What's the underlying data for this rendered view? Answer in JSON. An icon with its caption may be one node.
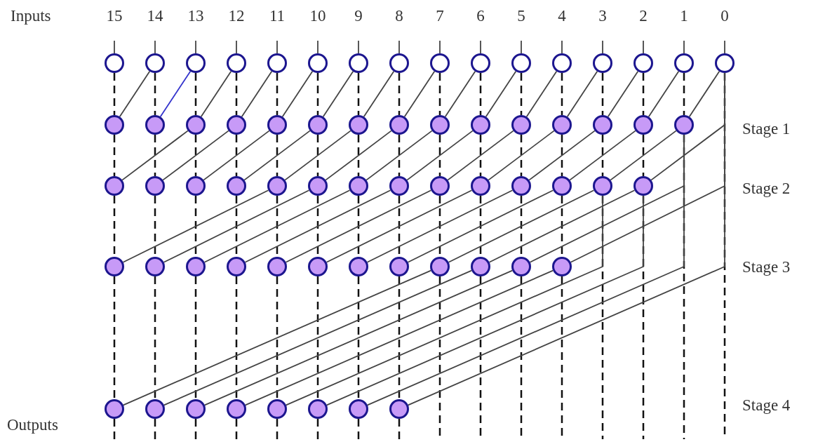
{
  "diagram": {
    "nodes": [
      {
        "text": [],
        "shape": "circle",
        "beside": [
          "15"
        ]
      },
      {
        "text": [],
        "shape": "circle",
        "beside": [
          "14"
        ]
      },
      {
        "text": [],
        "shape": "circle",
        "beside": [
          "13"
        ]
      },
      {
        "text": [],
        "shape": "circle",
        "beside": [
          "12"
        ]
      },
      {
        "text": [],
        "shape": "circle",
        "beside": [
          "11"
        ]
      },
      {
        "text": [],
        "shape": "circle",
        "beside": [
          "10"
        ]
      },
      {
        "text": [],
        "shape": "circle",
        "beside": [
          "9"
        ]
      },
      {
        "text": [],
        "shape": "circle",
        "beside": [
          "8"
        ]
      },
      {
        "text": [],
        "shape": "circle",
        "beside": [
          "7"
        ]
      },
      {
        "text": [],
        "shape": "circle",
        "beside": [
          "6"
        ]
      },
      {
        "text": [],
        "shape": "circle",
        "beside": [
          "5"
        ]
      },
      {
        "text": [],
        "shape": "circle",
        "beside": [
          "4"
        ]
      },
      {
        "text": [],
        "shape": "circle",
        "beside": [
          "3"
        ]
      },
      {
        "text": [],
        "shape": "circle",
        "beside": [
          "2"
        ]
      },
      {
        "text": [],
        "shape": "circle",
        "beside": [
          "1"
        ]
      },
      {
        "text": [],
        "shape": "circle",
        "beside": [
          "0"
        ]
      },
      {
        "text": [],
        "shape": "circle"
      },
      {
        "text": [],
        "shape": "circle"
      },
      {
        "text": [],
        "shape": "circle"
      },
      {
        "text": [],
        "shape": "circle"
      },
      {
        "text": [],
        "shape": "circle"
      },
      {
        "text": [],
        "shape": "circle"
      },
      {
        "text": [],
        "shape": "circle"
      },
      {
        "text": [],
        "shape": "circle"
      },
      {
        "text": [],
        "shape": "circle"
      },
      {
        "text": [],
        "shape": "circle"
      },
      {
        "text": [],
        "shape": "circle"
      },
      {
        "text": [],
        "shape": "circle"
      },
      {
        "text": [],
        "shape": "circle"
      },
      {
        "text": [],
        "shape": "circle"
      },
      {
        "text": [],
        "shape": "circle"
      },
      {
        "text": [],
        "shape": "circle"
      },
      {
        "text": [],
        "shape": "circle"
      },
      {
        "text": [],
        "shape": "circle"
      },
      {
        "text": [],
        "shape": "circle"
      },
      {
        "text": [],
        "shape": "circle"
      },
      {
        "text": [],
        "shape": "circle"
      },
      {
        "text": [],
        "shape": "circle"
      },
      {
        "text": [],
        "shape": "circle"
      },
      {
        "text": [],
        "shape": "circle"
      },
      {
        "text": [],
        "shape": "circle"
      },
      {
        "text": [],
        "shape": "circle"
      },
      {
        "text": [],
        "shape": "circle"
      },
      {
        "text": [],
        "shape": "circle"
      },
      {
        "text": [],
        "shape": "circle"
      },
      {
        "text": [],
        "shape": "circle"
      },
      {
        "text": [],
        "shape": "circle"
      },
      {
        "text": [],
        "shape": "circle"
      },
      {
        "text": [],
        "shape": "circle"
      },
      {
        "text": [],
        "shape": "circle"
      },
      {
        "text": [],
        "shape": "circle"
      },
      {
        "text": [],
        "shape": "circle"
      },
      {
        "text": [],
        "shape": "circle"
      },
      {
        "text": [],
        "shape": "circle"
      },
      {
        "text": [],
        "shape": "circle"
      },
      {
        "text": [],
        "shape": "circle"
      },
      {
        "text": [],
        "shape": "circle"
      },
      {
        "text": [],
        "shape": "circle"
      },
      {
        "text": [],
        "shape": "circle"
      },
      {
        "text": [],
        "shape": "circle"
      },
      {
        "text": [],
        "shape": "circle"
      },
      {
        "text": [],
        "shape": "circle"
      },
      {
        "text": [],
        "shape": "circle"
      },
      {
        "text": [],
        "shape": "circle"
      },
      {
        "text": [],
        "shape": "circle"
      }
    ],
    "edges": [
      {
        "from": null,
        "to": 0,
        "arrow": "none"
      },
      {
        "from": null,
        "to": 1,
        "arrow": "none"
      },
      {
        "from": null,
        "to": 2,
        "arrow": "none"
      },
      {
        "from": null,
        "to": 3,
        "arrow": "none"
      },
      {
        "from": null,
        "to": 4,
        "arrow": "none"
      },
      {
        "from": null,
        "to": 5,
        "arrow": "none"
      },
      {
        "from": null,
        "to": 6,
        "arrow": "none"
      },
      {
        "from": null,
        "to": 7,
        "arrow": "none"
      },
      {
        "from": null,
        "to": 8,
        "arrow": "none"
      },
      {
        "from": null,
        "to": 9,
        "arrow": "none"
      },
      {
        "from": null,
        "to": 10,
        "arrow": "none"
      },
      {
        "from": null,
        "to": 11,
        "arrow": "none"
      },
      {
        "from": null,
        "to": 12,
        "arrow": "none"
      },
      {
        "from": null,
        "to": 13,
        "arrow": "none"
      },
      {
        "from": null,
        "to": 14,
        "arrow": "none"
      },
      {
        "from": null,
        "to": 15,
        "arrow": "none"
      },
      {
        "from": 0,
        "to": 16,
        "arrow": "none",
        "style": "dashed"
      },
      {
        "from": 16,
        "to": 31,
        "arrow": "none",
        "style": "dashed"
      },
      {
        "from": 31,
        "to": 45,
        "arrow": "none",
        "style": "dashed"
      },
      {
        "from": 45,
        "to": 57,
        "arrow": "none",
        "style": "dashed"
      },
      {
        "from": 57,
        "to": null,
        "arrow": "none",
        "style": "dashed"
      },
      {
        "from": 1,
        "to": 17,
        "arrow": "none",
        "style": "dashed"
      },
      {
        "from": 17,
        "to": 32,
        "arrow": "none",
        "style": "dashed"
      },
      {
        "from": 32,
        "to": 46,
        "arrow": "none",
        "style": "dashed"
      },
      {
        "from": 46,
        "to": 58,
        "arrow": "none",
        "style": "dashed"
      },
      {
        "from": 58,
        "to": null,
        "arrow": "none",
        "style": "dashed"
      },
      {
        "from": 2,
        "to": 18,
        "arrow": "none",
        "style": "dashed"
      },
      {
        "from": 18,
        "to": 33,
        "arrow": "none",
        "style": "dashed"
      },
      {
        "from": 33,
        "to": 47,
        "arrow": "none",
        "style": "dashed"
      },
      {
        "from": 47,
        "to": 59,
        "arrow": "none",
        "style": "dashed"
      },
      {
        "from": 59,
        "to": null,
        "arrow": "none",
        "style": "dashed"
      },
      {
        "from": 3,
        "to": 19,
        "arrow": "none",
        "style": "dashed"
      },
      {
        "from": 19,
        "to": 34,
        "arrow": "none",
        "style": "dashed"
      },
      {
        "from": 34,
        "to": 48,
        "arrow": "none",
        "style": "dashed"
      },
      {
        "from": 48,
        "to": 60,
        "arrow": "none",
        "style": "dashed"
      },
      {
        "from": 60,
        "to": null,
        "arrow": "none",
        "style": "dashed"
      },
      {
        "from": 4,
        "to": 20,
        "arrow": "none",
        "style": "dashed"
      },
      {
        "from": 20,
        "to": 35,
        "arrow": "none",
        "style": "dashed"
      },
      {
        "from": 35,
        "to": 49,
        "arrow": "none",
        "style": "dashed"
      },
      {
        "from": 49,
        "to": 61,
        "arrow": "none",
        "style": "dashed"
      },
      {
        "from": 61,
        "to": null,
        "arrow": "none",
        "style": "dashed"
      },
      {
        "from": 5,
        "to": 21,
        "arrow": "none",
        "style": "dashed"
      },
      {
        "from": 21,
        "to": 36,
        "arrow": "none",
        "style": "dashed"
      },
      {
        "from": 36,
        "to": 50,
        "arrow": "none",
        "style": "dashed"
      },
      {
        "from": 50,
        "to": 62,
        "arrow": "none",
        "style": "dashed"
      },
      {
        "from": 62,
        "to": null,
        "arrow": "none",
        "style": "dashed"
      },
      {
        "from": 6,
        "to": 22,
        "arrow": "none",
        "style": "dashed"
      },
      {
        "from": 22,
        "to": 37,
        "arrow": "none",
        "style": "dashed"
      },
      {
        "from": 37,
        "to": 51,
        "arrow": "none",
        "style": "dashed"
      },
      {
        "from": 51,
        "to": 63,
        "arrow": "none",
        "style": "dashed"
      },
      {
        "from": 63,
        "to": null,
        "arrow": "none",
        "style": "dashed"
      },
      {
        "from": 7,
        "to": 23,
        "arrow": "none",
        "style": "dashed"
      },
      {
        "from": 23,
        "to": 38,
        "arrow": "none",
        "style": "dashed"
      },
      {
        "from": 38,
        "to": 52,
        "arrow": "none",
        "style": "dashed"
      },
      {
        "from": 52,
        "to": 64,
        "arrow": "none",
        "style": "dashed"
      },
      {
        "from": 64,
        "to": null,
        "arrow": "none",
        "style": "dashed"
      },
      {
        "from": 8,
        "to": 24,
        "arrow": "none",
        "style": "dashed"
      },
      {
        "from": 24,
        "to": 39,
        "arrow": "none",
        "style": "dashed"
      },
      {
        "from": 39,
        "to": 53,
        "arrow": "none",
        "style": "dashed"
      },
      {
        "from": 53,
        "to": null,
        "arrow": "none",
        "style": "dashed"
      },
      {
        "from": 9,
        "to": 25,
        "arrow": "none",
        "style": "dashed"
      },
      {
        "from": 25,
        "to": 40,
        "arrow": "none",
        "style": "dashed"
      },
      {
        "from": 40,
        "to": 54,
        "arrow": "none",
        "style": "dashed"
      },
      {
        "from": 54,
        "to": null,
        "arrow": "none",
        "style": "dashed"
      },
      {
        "from": 10,
        "to": 26,
        "arrow": "none",
        "style": "dashed"
      },
      {
        "from": 26,
        "to": 41,
        "arrow": "none",
        "style": "dashed"
      },
      {
        "from": 41,
        "to": 55,
        "arrow": "none",
        "style": "dashed"
      },
      {
        "from": 55,
        "to": null,
        "arrow": "none",
        "style": "dashed"
      },
      {
        "from": 11,
        "to": 27,
        "arrow": "none",
        "style": "dashed"
      },
      {
        "from": 27,
        "to": 42,
        "arrow": "none",
        "style": "dashed"
      },
      {
        "from": 42,
        "to": 56,
        "arrow": "none",
        "style": "dashed"
      },
      {
        "from": 56,
        "to": null,
        "arrow": "none",
        "style": "dashed"
      },
      {
        "from": 12,
        "to": 28,
        "arrow": "none",
        "style": "dashed"
      },
      {
        "from": 28,
        "to": 43,
        "arrow": "none",
        "style": "dashed"
      },
      {
        "from": 43,
        "to": null,
        "arrow": "none",
        "style": "dashed"
      },
      {
        "from": 13,
        "to": 29,
        "arrow": "none",
        "style": "dashed"
      },
      {
        "from": 29,
        "to": 44,
        "arrow": "none",
        "style": "dashed"
      },
      {
        "from": 44,
        "to": null,
        "arrow": "none",
        "style": "dashed"
      },
      {
        "from": 14,
        "to": 30,
        "arrow": "none",
        "style": "dashed"
      },
      {
        "from": 30,
        "to": null,
        "arrow": "none",
        "style": "dashed"
      },
      {
        "from": 15,
        "to": null,
        "arrow": "none",
        "style": "dashed"
      },
      {
        "from": 1,
        "to": 16,
        "arrow": "none"
      },
      {
        "from": 2,
        "to": 17,
        "arrow": "none",
        "color": "#3333cc"
      },
      {
        "from": 3,
        "to": 18,
        "arrow": "none"
      },
      {
        "from": 4,
        "to": 19,
        "arrow": "none"
      },
      {
        "from": 5,
        "to": 20,
        "arrow": "none"
      },
      {
        "from": 6,
        "to": 21,
        "arrow": "none"
      },
      {
        "from": 7,
        "to": 22,
        "arrow": "none"
      },
      {
        "from": 8,
        "to": 23,
        "arrow": "none"
      },
      {
        "from": 9,
        "to": 24,
        "arrow": "none"
      },
      {
        "from": 10,
        "to": 25,
        "arrow": "none"
      },
      {
        "from": 11,
        "to": 26,
        "arrow": "none"
      },
      {
        "from": 12,
        "to": 27,
        "arrow": "none"
      },
      {
        "from": 13,
        "to": 28,
        "arrow": "none"
      },
      {
        "from": 14,
        "to": 29,
        "arrow": "none"
      },
      {
        "from": 15,
        "to": 30,
        "arrow": "none"
      },
      {
        "from": 18,
        "to": 31,
        "arrow": "none"
      },
      {
        "from": 19,
        "to": 32,
        "arrow": "none"
      },
      {
        "from": 20,
        "to": 33,
        "arrow": "none"
      },
      {
        "from": 21,
        "to": 34,
        "arrow": "none"
      },
      {
        "from": 22,
        "to": 35,
        "arrow": "none"
      },
      {
        "from": 23,
        "to": 36,
        "arrow": "none"
      },
      {
        "from": 24,
        "to": 37,
        "arrow": "none"
      },
      {
        "from": 25,
        "to": 38,
        "arrow": "none"
      },
      {
        "from": 26,
        "to": 39,
        "arrow": "none"
      },
      {
        "from": 27,
        "to": 40,
        "arrow": "none"
      },
      {
        "from": 28,
        "to": 41,
        "arrow": "none"
      },
      {
        "from": 29,
        "to": 42,
        "arrow": "none"
      },
      {
        "from": 30,
        "to": 43,
        "arrow": "none"
      },
      {
        "from": 15,
        "to": 44,
        "arrow": "none"
      },
      {
        "from": 35,
        "to": 45,
        "arrow": "none"
      },
      {
        "from": 36,
        "to": 46,
        "arrow": "none"
      },
      {
        "from": 37,
        "to": 47,
        "arrow": "none"
      },
      {
        "from": 38,
        "to": 48,
        "arrow": "none"
      },
      {
        "from": 39,
        "to": 49,
        "arrow": "none"
      },
      {
        "from": 40,
        "to": 50,
        "arrow": "none"
      },
      {
        "from": 41,
        "to": 51,
        "arrow": "none"
      },
      {
        "from": 42,
        "to": 52,
        "arrow": "none"
      },
      {
        "from": 43,
        "to": 53,
        "arrow": "none"
      },
      {
        "from": 44,
        "to": 54,
        "arrow": "none"
      },
      {
        "from": 30,
        "to": 55,
        "arrow": "none"
      },
      {
        "from": 15,
        "to": 56,
        "arrow": "none"
      },
      {
        "from": 53,
        "to": 57,
        "arrow": "none"
      },
      {
        "from": 54,
        "to": 58,
        "arrow": "none"
      },
      {
        "from": 55,
        "to": 59,
        "arrow": "none"
      },
      {
        "from": 56,
        "to": 60,
        "arrow": "none"
      },
      {
        "from": 43,
        "to": 61,
        "arrow": "none"
      },
      {
        "from": 44,
        "to": 62,
        "arrow": "none"
      },
      {
        "from": 30,
        "to": 63,
        "arrow": "none"
      },
      {
        "from": 15,
        "to": 64,
        "arrow": "none"
      }
    ],
    "labels": [
      "Inputs",
      "Stage 1",
      "Stage 2",
      "Stage 3",
      "Stage 4",
      "Outputs"
    ]
  }
}
